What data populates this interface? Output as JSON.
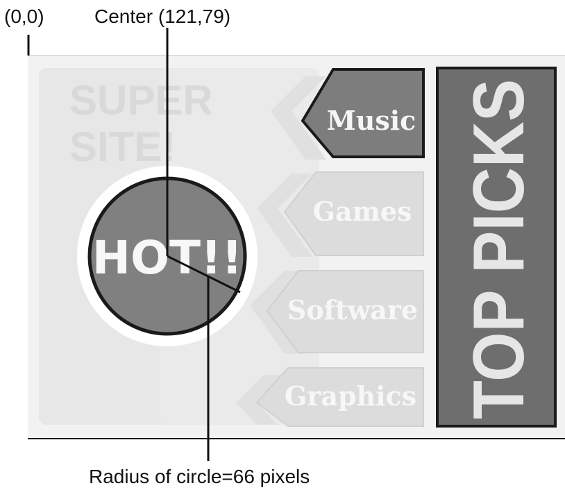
{
  "annotations": {
    "origin": "(0,0)",
    "center": "Center (121,79)",
    "radius": "Radius of circle=66 pixels"
  },
  "banner": {
    "logo_text": [
      "SUPER",
      "SITE!"
    ],
    "hot_button": "HOT!!",
    "nav_items": [
      "Music",
      "Games",
      "Software",
      "Graphics"
    ],
    "active_item": "Music",
    "side_banner": "TOP PICKS"
  },
  "colors": {
    "panel": "#e9e9e9",
    "shape_light": "#e2e2e2",
    "shape_mid": "#d6d6d6",
    "active_fill": "#7d7d7d",
    "dark_outline": "#1a1a1a",
    "circle_fill": "#808080"
  }
}
